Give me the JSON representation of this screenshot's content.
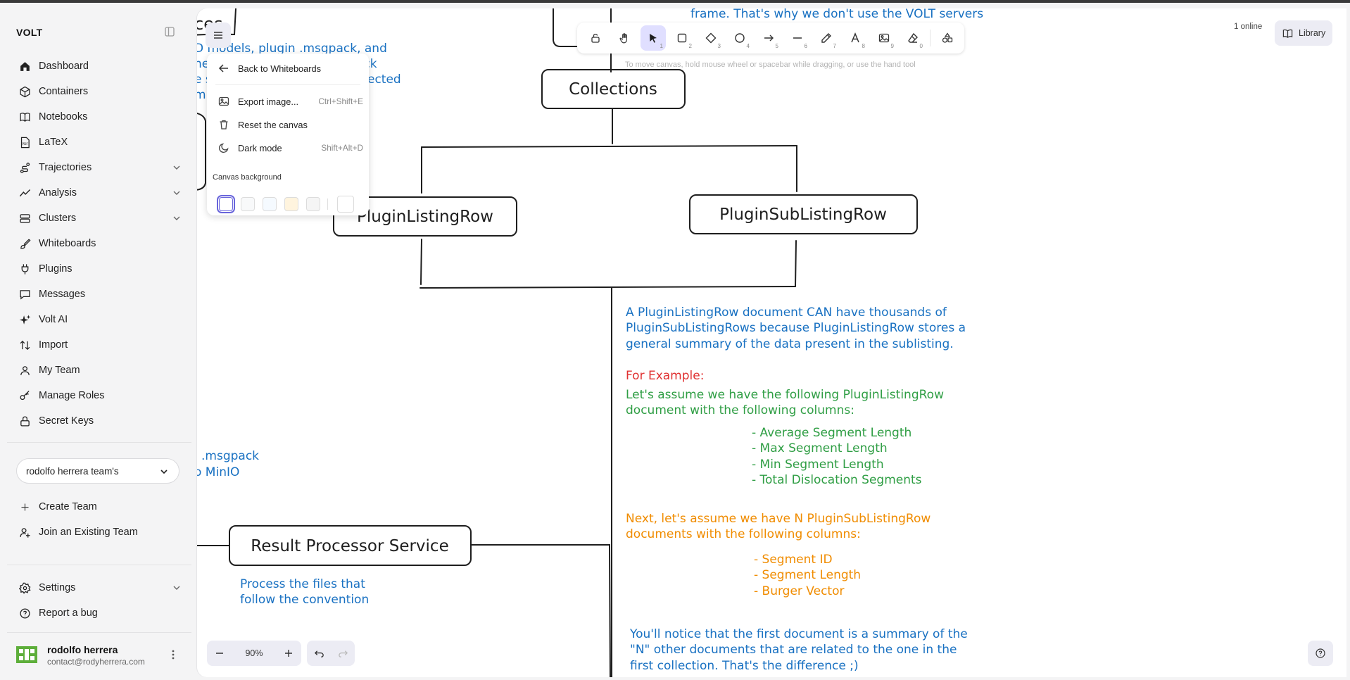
{
  "app": {
    "brand": "VOLT"
  },
  "sidebar": {
    "items": [
      {
        "label": "Dashboard"
      },
      {
        "label": "Containers"
      },
      {
        "label": "Notebooks"
      },
      {
        "label": "LaTeX"
      },
      {
        "label": "Trajectories"
      },
      {
        "label": "Analysis"
      },
      {
        "label": "Clusters"
      },
      {
        "label": "Whiteboards"
      },
      {
        "label": "Plugins"
      },
      {
        "label": "Messages"
      },
      {
        "label": "Volt AI"
      },
      {
        "label": "Import"
      },
      {
        "label": "My Team"
      },
      {
        "label": "Manage Roles"
      },
      {
        "label": "Secret Keys"
      }
    ],
    "team_select": "rodolfo herrera team's",
    "create_team": "Create Team",
    "join_team": "Join an Existing Team",
    "settings": "Settings",
    "report_bug": "Report a bug",
    "user": {
      "name": "rodolfo herrera",
      "email": "contact@rodyherrera.com"
    }
  },
  "toolbar": {
    "hint": "To move canvas, hold mouse wheel or spacebar while dragging, or use the hand tool",
    "online": "1 online",
    "library": "Library",
    "tools": [
      {
        "name": "lock",
        "num": ""
      },
      {
        "name": "hand",
        "num": ""
      },
      {
        "name": "selection",
        "num": "1"
      },
      {
        "name": "rectangle",
        "num": "2"
      },
      {
        "name": "diamond",
        "num": "3"
      },
      {
        "name": "ellipse",
        "num": "4"
      },
      {
        "name": "arrow",
        "num": "5"
      },
      {
        "name": "line",
        "num": "6"
      },
      {
        "name": "draw",
        "num": "7"
      },
      {
        "name": "text",
        "num": "8"
      },
      {
        "name": "image",
        "num": "9"
      },
      {
        "name": "eraser",
        "num": "0"
      },
      {
        "name": "extra-tools",
        "num": ""
      }
    ]
  },
  "menu": {
    "back": "Back to Whiteboards",
    "export": {
      "label": "Export image...",
      "shortcut": "Ctrl+Shift+E"
    },
    "reset": {
      "label": "Reset the canvas"
    },
    "dark": {
      "label": "Dark mode",
      "shortcut": "Shift+Alt+D"
    },
    "canvas_bg_label": "Canvas background",
    "swatches": [
      "#ffffff",
      "#f8f9fa",
      "#f5faff",
      "#fffce8",
      "#fdf8f6",
      "#ffffff"
    ]
  },
  "zoom": {
    "value": "90%"
  },
  "board": {
    "top_left_fragment": "ces",
    "left_blue_lines": [
      "D models, plugin .msgpack, and",
      "hed",
      "ock",
      "e s",
      "ected",
      "m"
    ],
    "top_right_text": "frame. That's why we don't use the VOLT servers",
    "collections": "Collections",
    "plugin_listing_row": "PluginListingRow",
    "plugin_sublisting_row": "PluginSubListingRow",
    "left_msgpack": [
      ".msgpack",
      "o MinIO"
    ],
    "result_processor": "Result Processor Service",
    "process_files": [
      "Process the files that",
      "follow the convention"
    ],
    "desc_blue": [
      "A PluginListingRow document CAN have thousands of",
      "PluginSubListingRows because PluginListingRow stores a",
      "general summary of the data present in the sublisting."
    ],
    "for_example": "For Example:",
    "green_intro": [
      "Let's assume we have the following PluginListingRow",
      "document with the following columns:"
    ],
    "green_cols": [
      "- Average Segment Length",
      "- Max Segment Length",
      "- Min Segment Length",
      "- Total Dislocation Segments"
    ],
    "orange_intro": [
      "Next, let's assume we have N PluginSubListingRow",
      "documents with the following columns:"
    ],
    "orange_cols": [
      "- Segment ID",
      "- Segment Length",
      "- Burger Vector"
    ],
    "summary": [
      "You'll notice that the first document is a summary of the",
      "\"N\" other documents that are related to the one in the",
      "first collection. That's the difference ;)"
    ],
    "colors": {
      "blue": "#1971c2",
      "green": "#2f9e44",
      "red": "#e03131",
      "orange": "#f08c00",
      "ink": "#1e1e1e"
    }
  }
}
